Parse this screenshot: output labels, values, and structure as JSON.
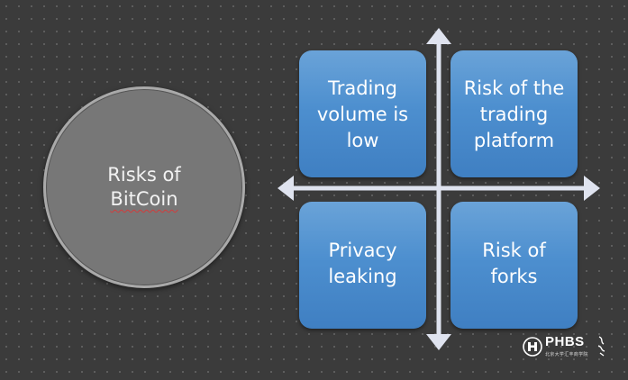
{
  "center_topic": {
    "line1": "Risks of",
    "line2": "BitCoin"
  },
  "quadrants": {
    "top_left": "Trading\nvolume is\nlow",
    "top_right": "Risk of the\ntrading\nplatform",
    "bottom_left": "Privacy\nleaking",
    "bottom_right": "Risk of\nforks"
  },
  "logo": {
    "name": "PHBS",
    "subtitle": "北京大学汇丰商学院",
    "icon": "peking-university-emblem-icon"
  },
  "colors": {
    "background": "#3b3b3b",
    "circle_fill": "#777777",
    "circle_border": "#a9a9a9",
    "box_fill": "#4d8fcf",
    "axis_color": "#dfe3ef"
  }
}
